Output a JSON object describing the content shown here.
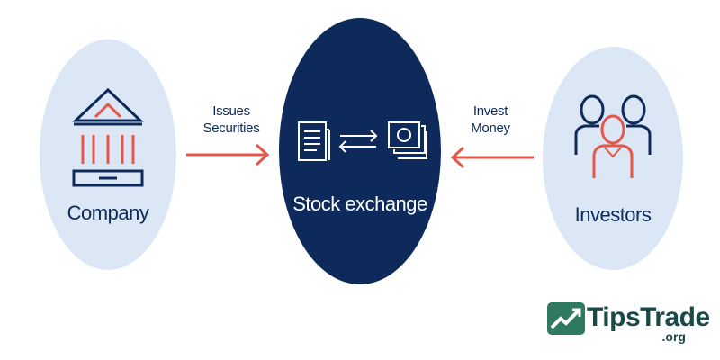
{
  "nodes": {
    "company": "Company",
    "exchange": "Stock exchange",
    "investors": "Investors"
  },
  "arrows": {
    "left": {
      "line1": "Issues",
      "line2": "Securities"
    },
    "right": {
      "line1": "Invest",
      "line2": "Money"
    }
  },
  "brand": {
    "name": "TipsTrade",
    "suffix": ".org"
  },
  "colors": {
    "navy": "#0d2a5a",
    "light_blue": "#dbe7f5",
    "accent_red": "#e5574a",
    "brand_green": "#1a4a48"
  }
}
